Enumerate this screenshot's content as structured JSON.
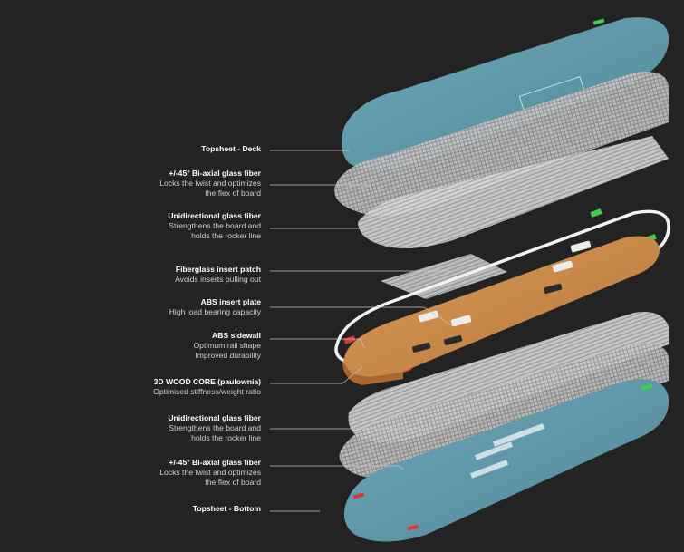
{
  "layers": [
    {
      "title": "Topsheet - Deck",
      "desc": []
    },
    {
      "title": "+/-45° Bi-axial glass fiber",
      "desc": [
        "Locks the twist and optimizes",
        "the flex of board"
      ]
    },
    {
      "title": "Unidirectional glass fiber",
      "desc": [
        "Strengthens the board and",
        "holds the rocker line"
      ]
    },
    {
      "title": "Fiberglass insert patch",
      "desc": [
        "Avoids inserts pulling out"
      ]
    },
    {
      "title": "ABS insert plate",
      "desc": [
        "High load bearing capacity"
      ]
    },
    {
      "title": "ABS sidewall",
      "desc": [
        "Optimum rail shape",
        "Improved durability"
      ]
    },
    {
      "title": "3D WOOD CORE (paulownia)",
      "desc": [
        "Optimised stiffness/weight ratio"
      ]
    },
    {
      "title": "Unidirectional glass fiber",
      "desc": [
        "Strengthens the board and",
        "holds the rocker line"
      ]
    },
    {
      "title": "+/-45° Bi-axial glass fiber",
      "desc": [
        "Locks the twist and optimizes",
        "the flex of board"
      ]
    },
    {
      "title": "Topsheet - Bottom",
      "desc": []
    }
  ],
  "colors": {
    "topsheet": "#5f97a8",
    "wood": "#c98a4a",
    "fiber": "#bdbdbd",
    "sidewall": "#f2f2f2",
    "accent_green": "#3fcf4a",
    "accent_red": "#d93a2e"
  }
}
